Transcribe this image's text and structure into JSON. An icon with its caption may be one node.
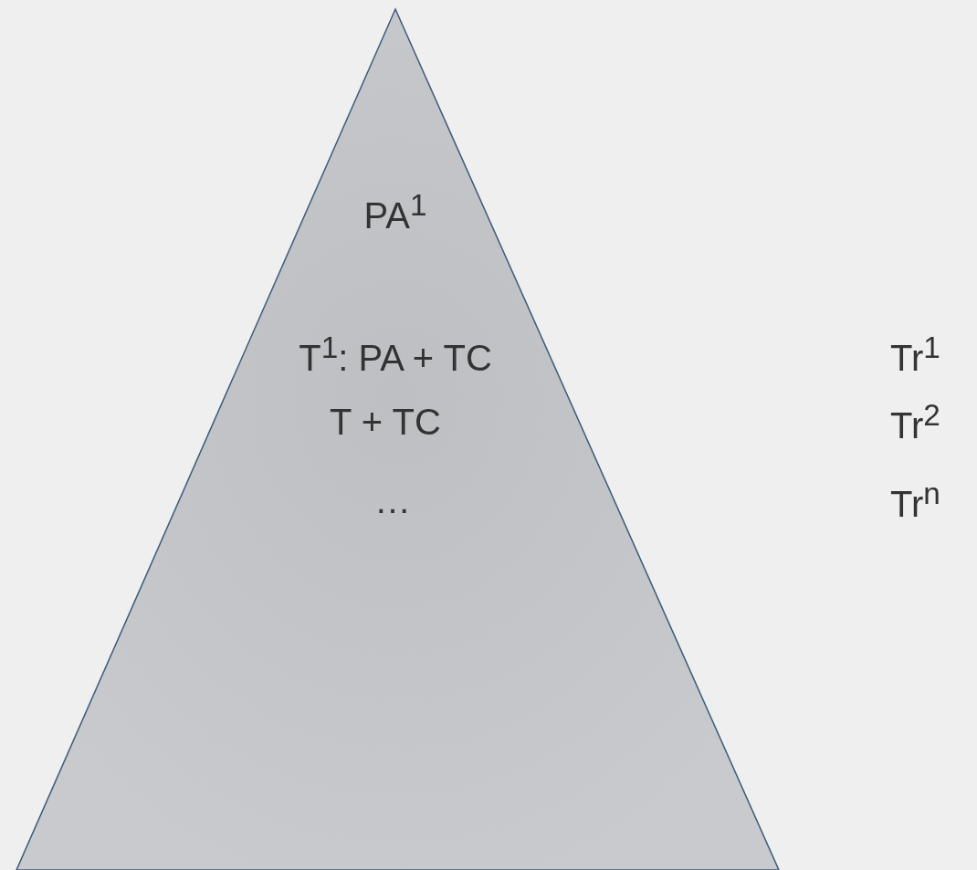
{
  "diagram": {
    "nodes": [
      {
        "text": [
          "PA$^{1}$",
          "T$^{1}$: PA + TC",
          "T + TC",
          "…"
        ]
      }
    ],
    "labels": [
      "Tr$^{1}$",
      "Tr$^{2}$",
      "Tr$^{n}$"
    ]
  }
}
